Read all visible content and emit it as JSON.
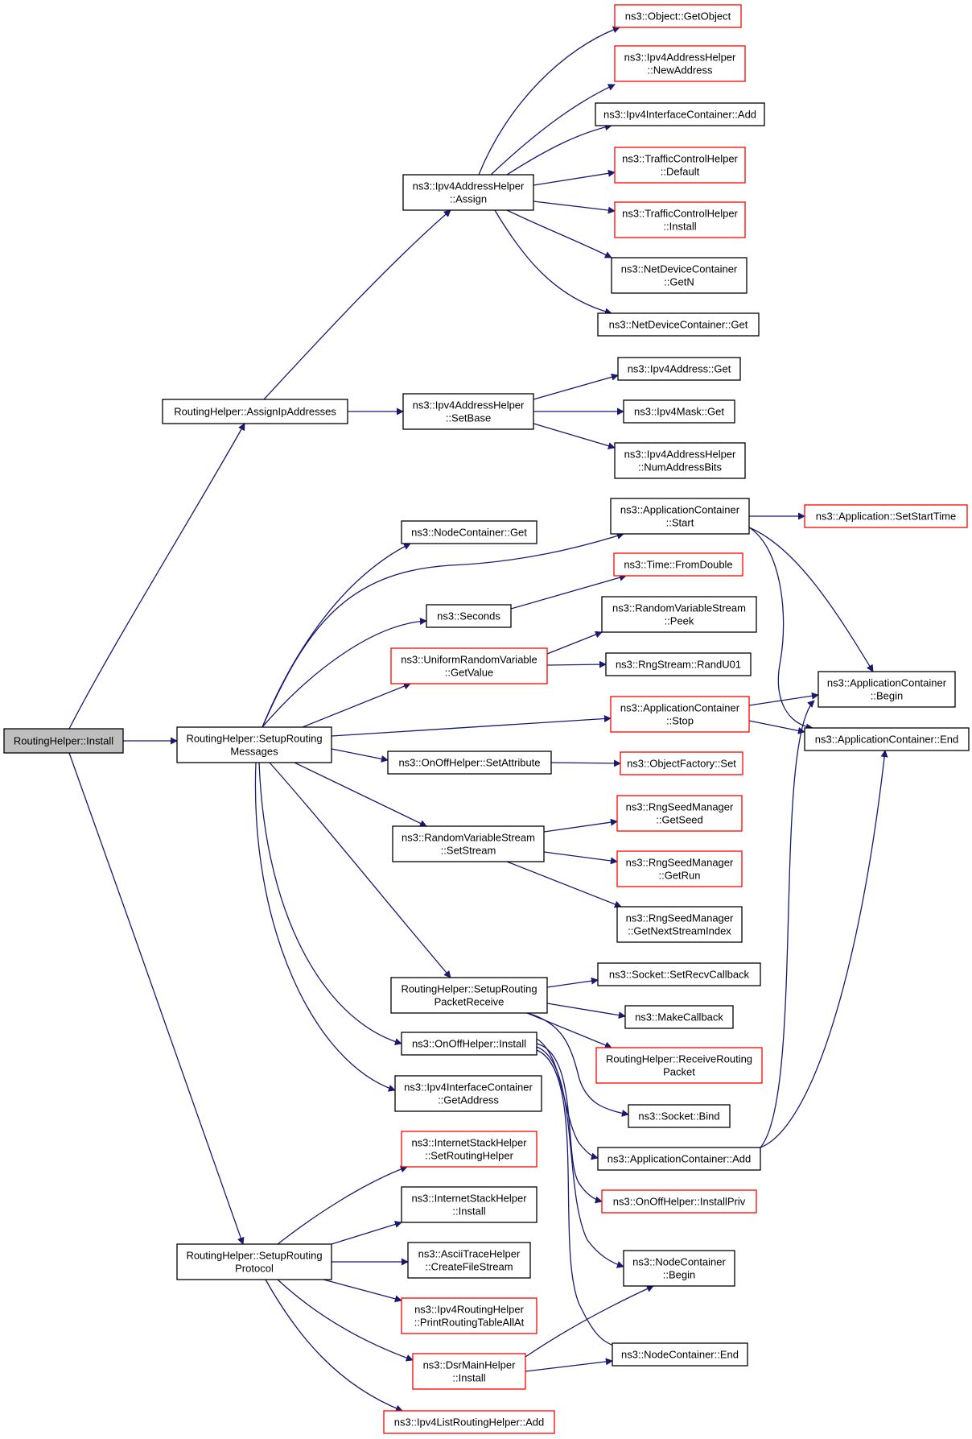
{
  "nodes": {
    "routing_install": {
      "lines": [
        "RoutingHelper::Install"
      ]
    },
    "assign_ip": {
      "lines": [
        "RoutingHelper::AssignIpAddresses"
      ]
    },
    "setup_msgs": {
      "lines": [
        "RoutingHelper::SetupRouting",
        "Messages"
      ]
    },
    "setup_proto": {
      "lines": [
        "RoutingHelper::SetupRouting",
        "Protocol"
      ]
    },
    "ipv4_assign": {
      "lines": [
        "ns3::Ipv4AddressHelper",
        "::Assign"
      ]
    },
    "ipv4_setbase": {
      "lines": [
        "ns3::Ipv4AddressHelper",
        "::SetBase"
      ]
    },
    "obj_getobject": {
      "lines": [
        "ns3::Object::GetObject"
      ]
    },
    "ipv4_newaddr": {
      "lines": [
        "ns3::Ipv4AddressHelper",
        "::NewAddress"
      ]
    },
    "ipv4ic_add": {
      "lines": [
        "ns3::Ipv4InterfaceContainer::Add"
      ]
    },
    "tch_default": {
      "lines": [
        "ns3::TrafficControlHelper",
        "::Default"
      ]
    },
    "tch_install": {
      "lines": [
        "ns3::TrafficControlHelper",
        "::Install"
      ]
    },
    "ndc_getn": {
      "lines": [
        "ns3::NetDeviceContainer",
        "::GetN"
      ]
    },
    "ndc_get": {
      "lines": [
        "ns3::NetDeviceContainer::Get"
      ]
    },
    "ipv4addr_get": {
      "lines": [
        "ns3::Ipv4Address::Get"
      ]
    },
    "ipv4mask_get": {
      "lines": [
        "ns3::Ipv4Mask::Get"
      ]
    },
    "ipv4_numbits": {
      "lines": [
        "ns3::Ipv4AddressHelper",
        "::NumAddressBits"
      ]
    },
    "nc_get": {
      "lines": [
        "ns3::NodeContainer::Get"
      ]
    },
    "ac_start": {
      "lines": [
        "ns3::ApplicationContainer",
        "::Start"
      ]
    },
    "app_setstart": {
      "lines": [
        "ns3::Application::SetStartTime"
      ]
    },
    "time_fromdouble": {
      "lines": [
        "ns3::Time::FromDouble"
      ]
    },
    "seconds": {
      "lines": [
        "ns3::Seconds"
      ]
    },
    "rvs_peek": {
      "lines": [
        "ns3::RandomVariableStream",
        "::Peek"
      ]
    },
    "urv_getvalue": {
      "lines": [
        "ns3::UniformRandomVariable",
        "::GetValue"
      ]
    },
    "rng_randu01": {
      "lines": [
        "ns3::RngStream::RandU01"
      ]
    },
    "ac_begin": {
      "lines": [
        "ns3::ApplicationContainer",
        "::Begin"
      ]
    },
    "ac_stop": {
      "lines": [
        "ns3::ApplicationContainer",
        "::Stop"
      ]
    },
    "ac_end": {
      "lines": [
        "ns3::ApplicationContainer::End"
      ]
    },
    "onoff_setattr": {
      "lines": [
        "ns3::OnOffHelper::SetAttribute"
      ]
    },
    "objfactory_set": {
      "lines": [
        "ns3::ObjectFactory::Set"
      ]
    },
    "rvs_setstream": {
      "lines": [
        "ns3::RandomVariableStream",
        "::SetStream"
      ]
    },
    "rsm_getseed": {
      "lines": [
        "ns3::RngSeedManager",
        "::GetSeed"
      ]
    },
    "rsm_getrun": {
      "lines": [
        "ns3::RngSeedManager",
        "::GetRun"
      ]
    },
    "rsm_getnext": {
      "lines": [
        "ns3::RngSeedManager",
        "::GetNextStreamIndex"
      ]
    },
    "setup_pkt": {
      "lines": [
        "RoutingHelper::SetupRouting",
        "PacketReceive"
      ]
    },
    "sock_setrecv": {
      "lines": [
        "ns3::Socket::SetRecvCallback"
      ]
    },
    "makecallback": {
      "lines": [
        "ns3::MakeCallback"
      ]
    },
    "rh_receive": {
      "lines": [
        "RoutingHelper::ReceiveRouting",
        "Packet"
      ]
    },
    "onoff_install": {
      "lines": [
        "ns3::OnOffHelper::Install"
      ]
    },
    "sock_bind": {
      "lines": [
        "ns3::Socket::Bind"
      ]
    },
    "ipv4ic_getaddr": {
      "lines": [
        "ns3::Ipv4InterfaceContainer",
        "::GetAddress"
      ]
    },
    "ac_add": {
      "lines": [
        "ns3::ApplicationContainer::Add"
      ]
    },
    "onoff_installpriv": {
      "lines": [
        "ns3::OnOffHelper::InstallPriv"
      ]
    },
    "ish_setrouting": {
      "lines": [
        "ns3::InternetStackHelper",
        "::SetRoutingHelper"
      ]
    },
    "ish_install": {
      "lines": [
        "ns3::InternetStackHelper",
        "::Install"
      ]
    },
    "nc_begin": {
      "lines": [
        "ns3::NodeContainer",
        "::Begin"
      ]
    },
    "ath_create": {
      "lines": [
        "ns3::AsciiTraceHelper",
        "::CreateFileStream"
      ]
    },
    "i4rh_print": {
      "lines": [
        "ns3::Ipv4RoutingHelper",
        "::PrintRoutingTableAllAt"
      ]
    },
    "dsr_install": {
      "lines": [
        "ns3::DsrMainHelper",
        "::Install"
      ]
    },
    "nc_end": {
      "lines": [
        "ns3::NodeContainer::End"
      ]
    },
    "i4lrh_add": {
      "lines": [
        "ns3::Ipv4ListRoutingHelper::Add"
      ]
    }
  }
}
